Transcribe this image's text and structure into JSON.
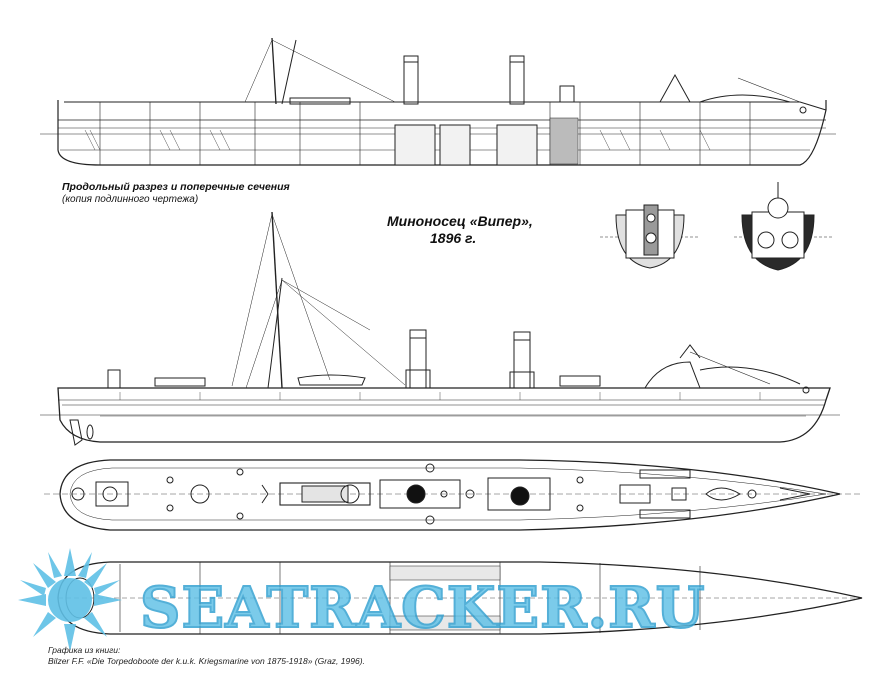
{
  "caption": {
    "line1": "Продольный разрез и поперечные сечения",
    "line2": "(копия подлинного чертежа)"
  },
  "title": {
    "ship": "Миноносец «Випер»,",
    "year": "1896 г."
  },
  "credit": {
    "line1": "Графика из книги:",
    "line2": "Bilzer F.F. «Die Torpedoboote der k.u.k. Kriegsmarine von 1875-1918» (Graz, 1996)."
  },
  "watermark": {
    "text": "SEATRACKER.RU",
    "color": "#4db6e2"
  },
  "colors": {
    "ink": "#222222",
    "watermark": "#4db6e2"
  }
}
